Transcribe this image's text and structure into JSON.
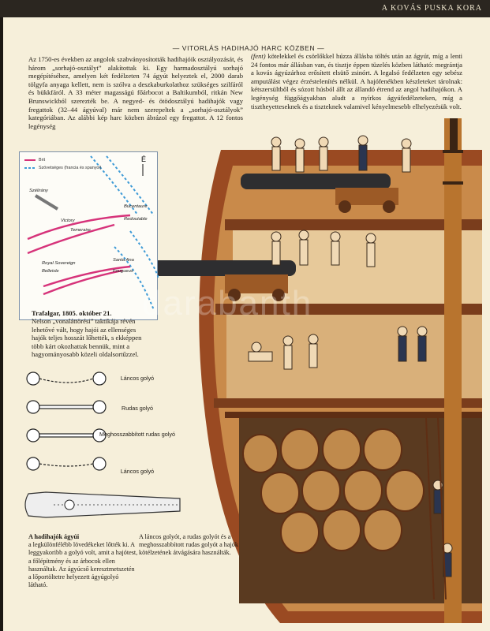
{
  "header": {
    "page_head": "A KOVÁS PUSKA KORA"
  },
  "section": {
    "title": "— VITORLÁS HADIHAJÓ HARC KÖZBEN —"
  },
  "body_left": "Az 1750-es években az angolok szabványosították hadihajóik osztályozását, és három „sorhajó-osztályt” alakítottak ki. Egy harmadosztályú sorhajó megépítéséhez, amelyen két fedélzeten 74 ágyút helyeztek el, 2000 darab tölgyfa anyaga kellett, nem is szólva a deszkaburkolathoz szükséges szilfáról és bükkfáról. A 33 méter magasságú főárbocot a Baltikumból, ritkán New Brunswickból szerezték be. A negyed- és ötödosztályú hadihajók vagy fregattok (32–44 ágyúval) már nem szerepeltek a „sorhajó-osztályok” kategóriában. Az alábbi kép harc közben ábrázol egy fregattot. A 12 fontos legénység",
  "body_right": {
    "lead": "(fent)",
    "text": " kötelekkel és csörlőkkel húzza állásba töltés után az ágyút, míg a lenti 24 fontos már állásban van, és tisztje éppen tüzelés közben látható: megrántja a kovás ágyúzárhoz erősített elsütő zsinórt. A legalsó fedélzeten egy sebész amputálást végez érzéstelenítés nélkül. A hajófenékben készleteket tárolnak: kétszersültből és sózott húsból állt az állandó étrend az angol hadihajókon. A legénység függőágyakban aludt a nyírkos ágyúfedélzeteken, míg a tisztheyetteseknek és a tiszteknek valamivel kényelmesebb elhelyezésük volt."
  },
  "map": {
    "legend": [
      "Brit",
      "Szövetséges (francia és spanyol)"
    ],
    "compass": "É",
    "labels": [
      "Szélirány",
      "Bucentaure",
      "Redoutable",
      "Victory",
      "Temeraire",
      "Royal Sovereign",
      "Belleisle",
      "Santa Ana",
      "Fougueux"
    ],
    "colors": {
      "british": "#d6337a",
      "allied": "#3d9ad6"
    }
  },
  "caption": {
    "title": "Trafalgar, 1805. október 21.",
    "text": "Nelson „vonaláttörési” taktikája révén lehetővé vált, hogy hajói az ellenséges hajók teljes hosszát lőhették, s ekképpen több kárt okozhattak bennük, mint a hagyományosabb közeli oldalsortűzzel."
  },
  "shots": [
    "Láncos golyó",
    "Rudas golyó",
    "Meghosszabbított rudas golyó",
    "Láncos golyó"
  ],
  "cannons_caption": {
    "title": "A hadihajók ágyúi",
    "text": "a legkülönfélébb lövedékeket lőtték ki. A leggyakoribb a golyó volt, amit a hajótest, a főlépítmény és az árbocok ellen használtak. Az ágyúcső keresztmetszetén a lőportöltetre helyezett ágyúgolyó látható."
  },
  "shot_caption": "A láncos golyót, a rudas golyót és a meghosszabbított rudas golyót a hajók kötélzetének átvágására használták.",
  "watermark": "darabanth"
}
